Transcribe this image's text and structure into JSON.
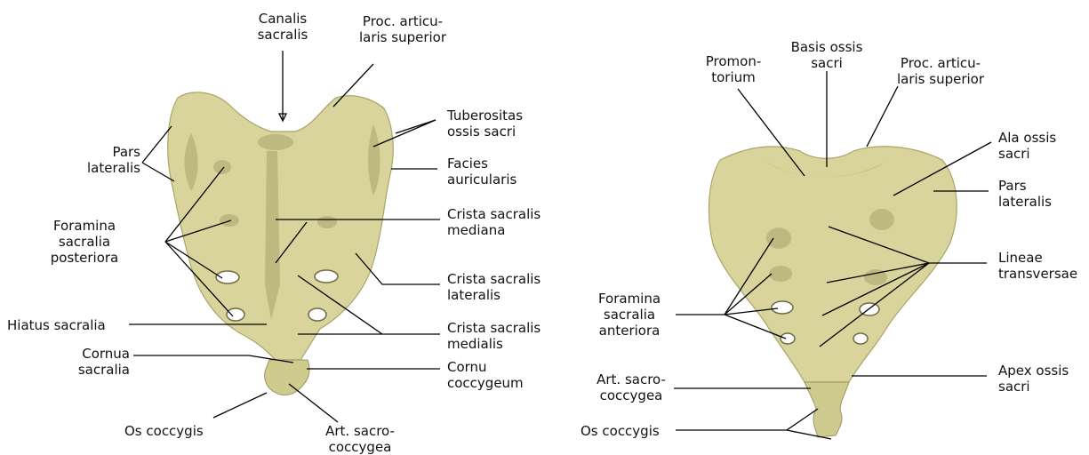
{
  "posterior": {
    "canalis_sacralis": "Canalis\nsacralis",
    "proc_articularis_superior": "Proc. articu-\nlaris superior",
    "pars_lateralis": "Pars\nlateralis",
    "tuberositas_ossis_sacri": "Tuberositas\nossis sacri",
    "facies_auricularis": "Facies\nauricularis",
    "foramina_sacralia_posteriora": "Foramina\nsacralia\nposteriora",
    "crista_sacralis_mediana": "Crista sacralis\nmediana",
    "crista_sacralis_lateralis": "Crista sacralis\nlateralis",
    "hiatus_sacralia": "Hiatus sacralia",
    "crista_sacralis_medialis": "Crista sacralis\nmedialis",
    "cornua_sacralia": "Cornua\nsacralia",
    "cornu_coccygeum": "Cornu\ncoccygeum",
    "os_coccygis": "Os coccygis",
    "art_sacrococcygea": "Art. sacro-\ncoccygea"
  },
  "anterior": {
    "promontorium": "Promon-\ntorium",
    "basis_ossis_sacri": "Basis ossis\nsacri",
    "proc_articularis_superior": "Proc. articu-\nlaris superior",
    "ala_ossis_sacri": "Ala ossis\nsacri",
    "pars_lateralis": "Pars\nlateralis",
    "lineae_transversae": "Lineae\ntransversae",
    "foramina_sacralia_anteriora": "Foramina\nsacralia\nanteriora",
    "apex_ossis_sacri": "Apex ossis\nsacri",
    "art_sacrococcygea": "Art. sacro-\ncoccygea",
    "os_coccygis": "Os coccygis"
  },
  "colors": {
    "bone": "#d8d49b",
    "bone_outline": "#a9a46a",
    "leader_line": "#000000"
  }
}
